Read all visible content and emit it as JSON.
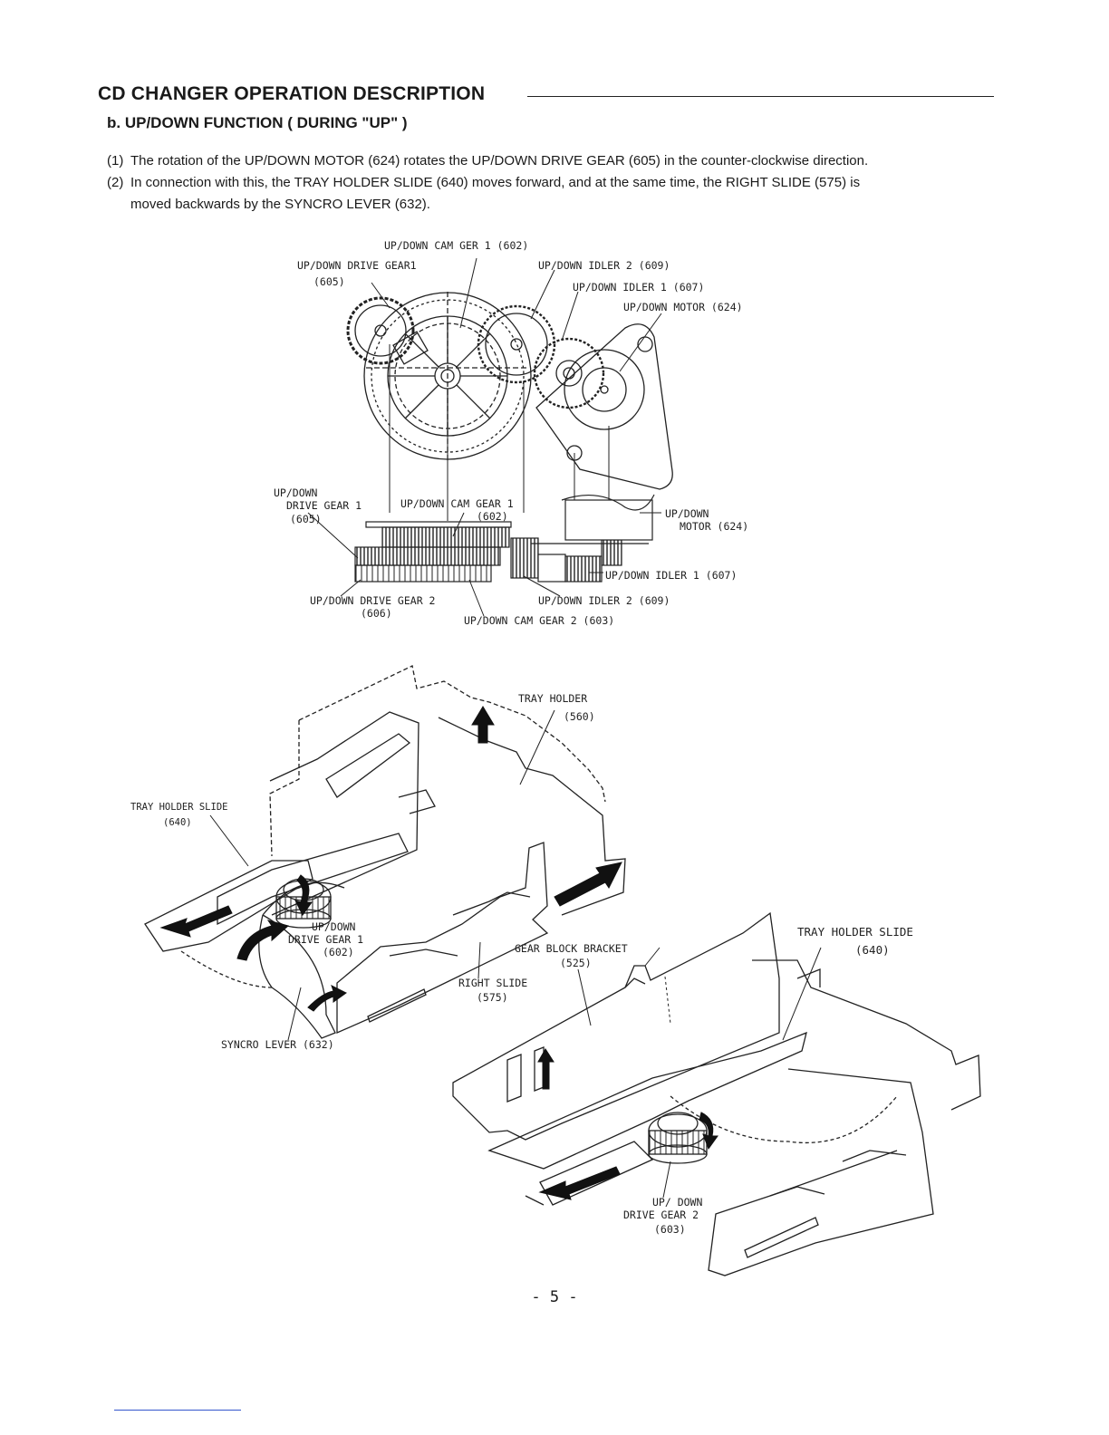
{
  "header": {
    "title": "CD CHANGER OPERATION DESCRIPTION",
    "subtitle": "b.  UP/DOWN FUNCTION  ( DURING \"UP\" )"
  },
  "paragraphs": [
    {
      "num": "(1)",
      "text": "The rotation of the UP/DOWN MOTOR (624) rotates the UP/DOWN DRIVE GEAR (605) in the counter-clockwise direction."
    },
    {
      "num": "(2)",
      "text": "In connection with this, the TRAY HOLDER SLIDE (640) moves forward, and at the same time, the RIGHT SLIDE (575) is",
      "cont": "moved backwards by the SYNCRO LEVER (632)."
    }
  ],
  "gear_diagram": {
    "cam_gear1_top": "UP/DOWN CAM GER 1 (602)",
    "drive_gear1_top": [
      "UP/DOWN DRIVE GEAR1",
      "(605)"
    ],
    "idler2_top": "UP/DOWN IDLER 2 (609)",
    "idler1_top": "UP/DOWN IDLER 1 (607)",
    "motor_top": "UP/DOWN MOTOR (624)",
    "drive_gear1_side": [
      "UP/DOWN",
      "DRIVE GEAR 1",
      "(605)"
    ],
    "cam_gear1_side": [
      "UP/DOWN CAM GEAR 1",
      "(602)"
    ],
    "motor_side": [
      "UP/DOWN",
      "MOTOR (624)"
    ],
    "idler1_side": "UP/DOWN IDLER 1 (607)",
    "drive_gear2_side": [
      "UP/DOWN DRIVE GEAR 2",
      "(606)"
    ],
    "idler2_side": "UP/DOWN IDLER 2 (609)",
    "cam_gear2_side": "UP/DOWN CAM GEAR 2 (603)"
  },
  "assembly_diagram": {
    "tray_holder": [
      "TRAY HOLDER",
      "(560)"
    ],
    "tray_holder_slide_left": [
      "TRAY HOLDER SLIDE",
      "(640)"
    ],
    "drive_gear1": [
      "UP/DOWN",
      "DRIVE GEAR 1",
      "(602)"
    ],
    "syncro_lever": "SYNCRO LEVER (632)",
    "right_slide": [
      "RIGHT SLIDE",
      "(575)"
    ],
    "gear_block_bracket": [
      "GEAR BLOCK BRACKET",
      "(525)"
    ],
    "tray_holder_slide_right": [
      "TRAY HOLDER SLIDE",
      "(640)"
    ],
    "drive_gear2": [
      "UP/ DOWN",
      "DRIVE GEAR 2",
      "(603)"
    ]
  },
  "footer": {
    "page_number": "- 5 -"
  }
}
